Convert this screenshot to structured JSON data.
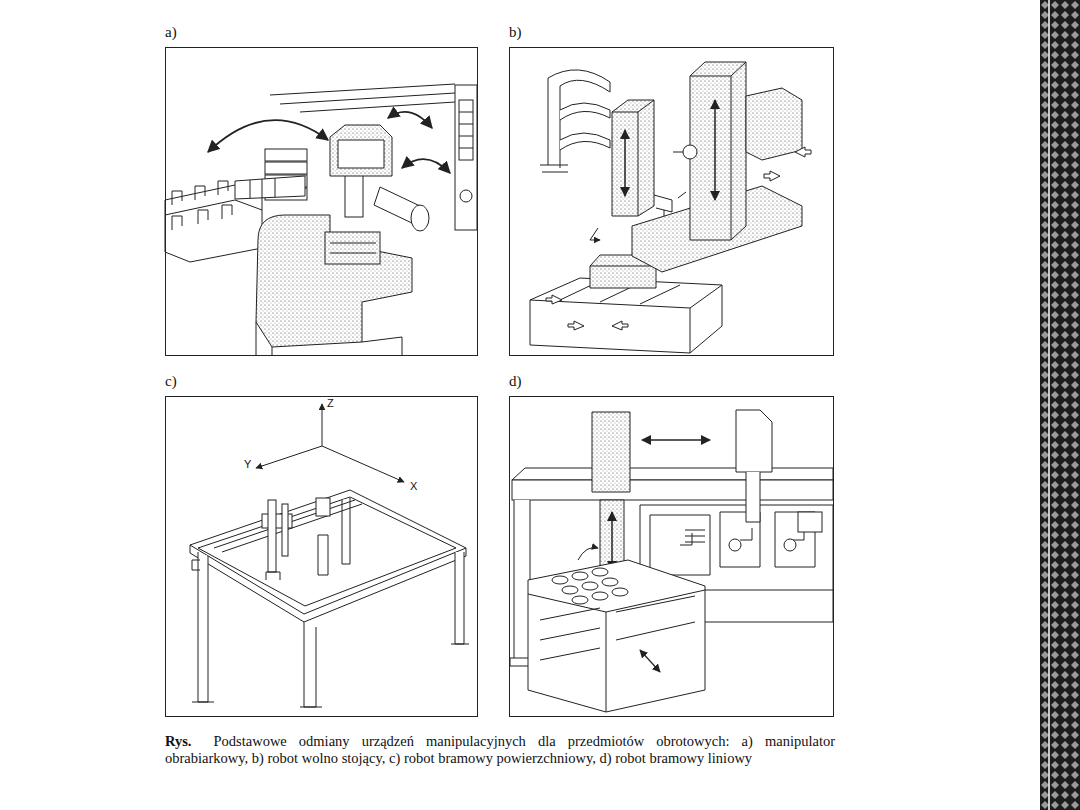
{
  "diagram": {
    "caption": "Podstawowe odmiany urządzeń manipulacyjnych dla przedmiotów obrotowych: a) manipulator obrabiarkowy, b) robot wolno stojący, c) robot bramowy powierzchniowy, d) robot bramowy liniowy",
    "nodes": [
      {
        "text": [
          "a)"
        ]
      },
      {
        "text": [
          "b)"
        ]
      },
      {
        "text": [
          "c)"
        ]
      },
      {
        "text": [
          "d)"
        ]
      }
    ],
    "labels": [
      "Z",
      "Y",
      "X",
      "Rys."
    ]
  }
}
